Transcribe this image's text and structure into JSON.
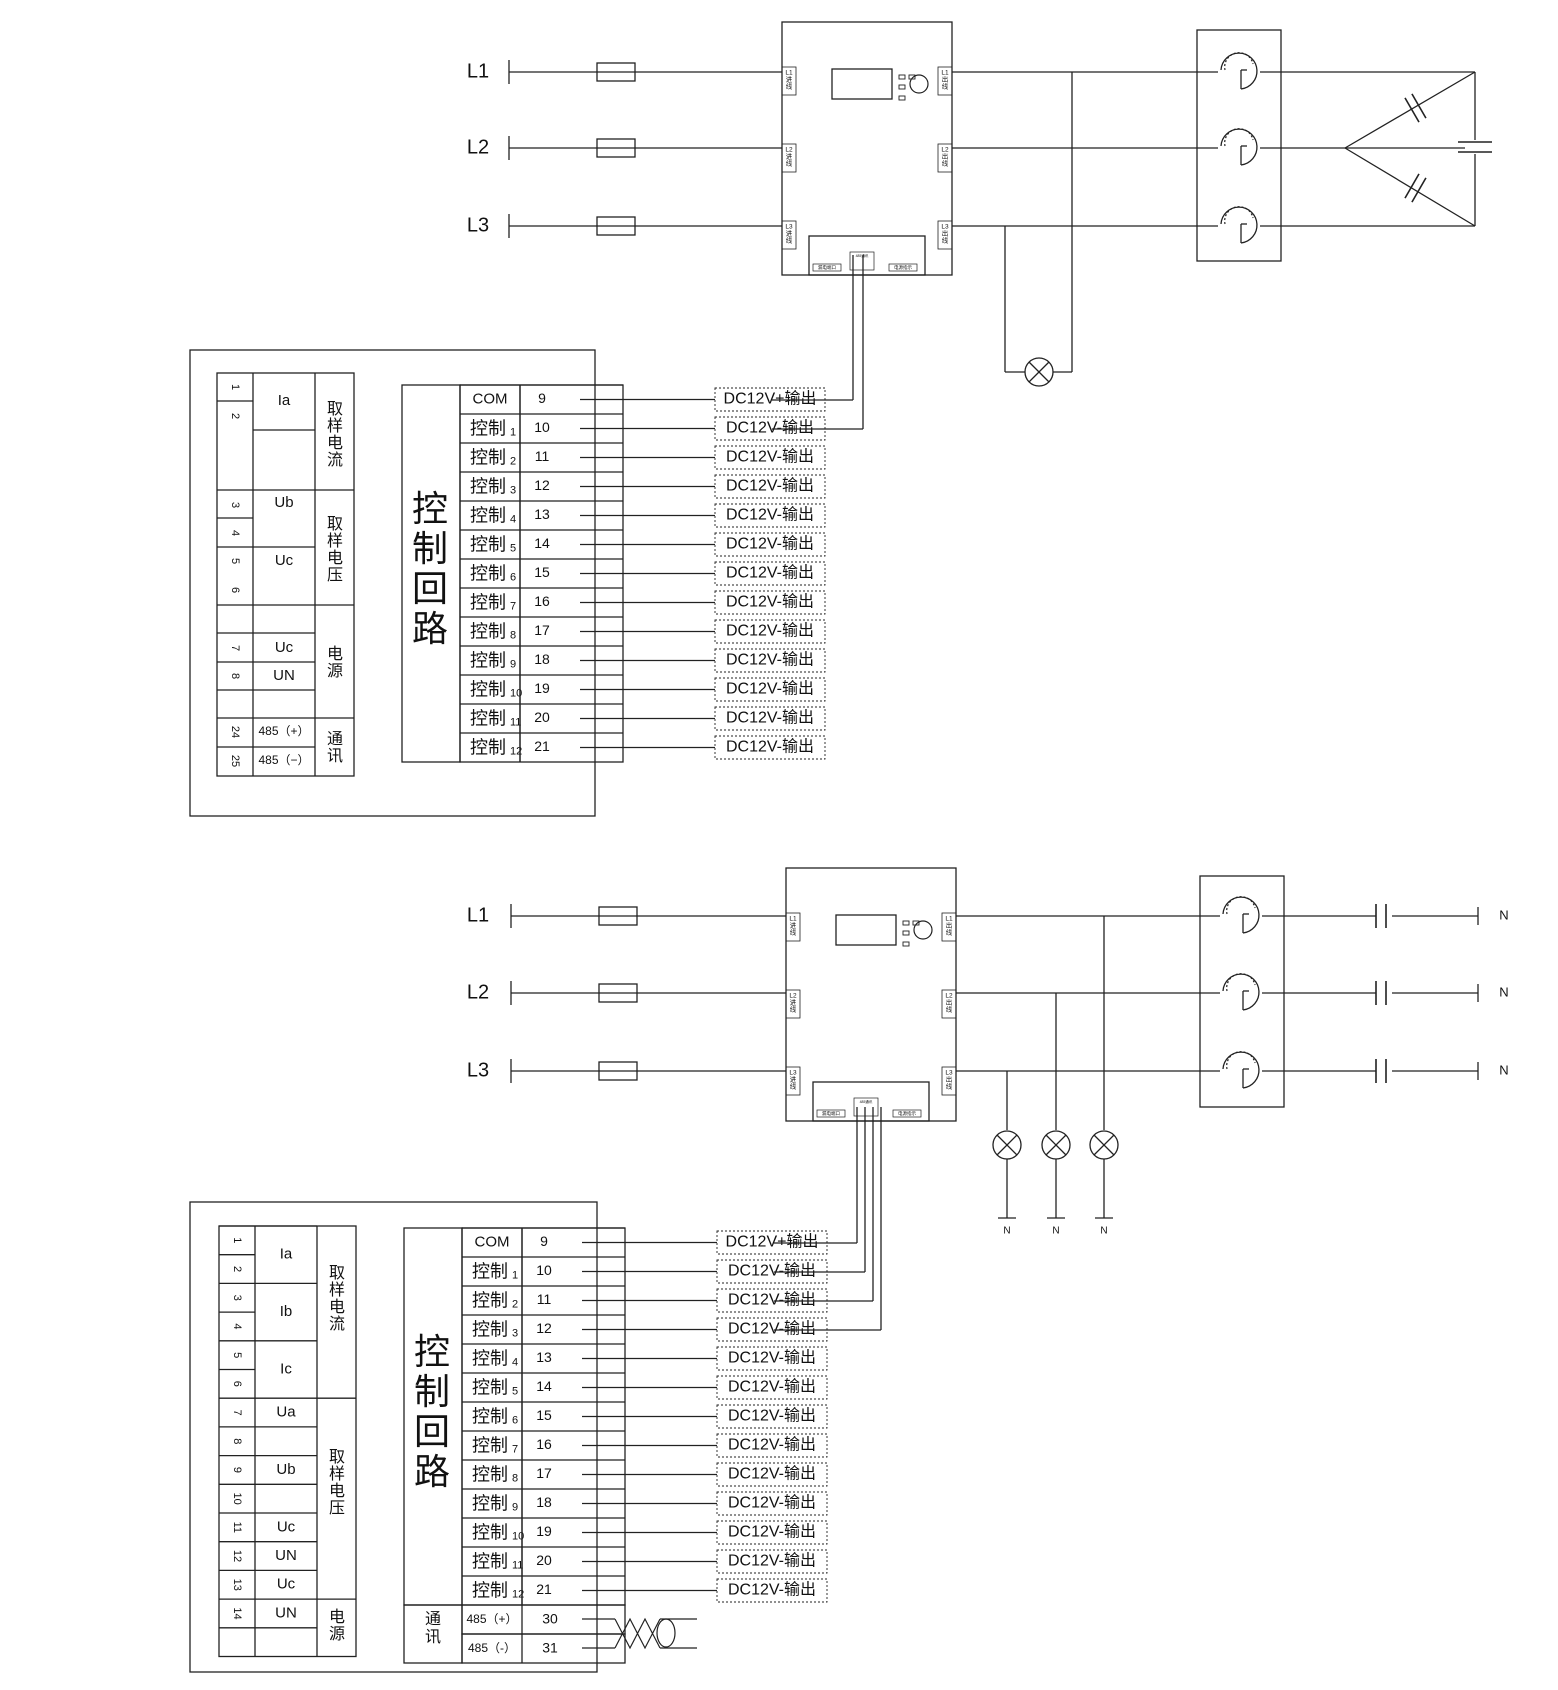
{
  "diagram1": {
    "phases": [
      "L1",
      "L2",
      "L3"
    ],
    "module_in_labels": [
      "L1\n进\n线",
      "L2\n进\n线",
      "L3\n进\n线"
    ],
    "module_out_labels": [
      "L1\n出\n线",
      "L2\n出\n线",
      "L3\n出\n线"
    ],
    "terminal_labels": [
      "漏电端口",
      "485通讯",
      "电源指示"
    ],
    "left_table": {
      "rows": [
        {
          "pins": [
            "1",
            "2"
          ],
          "signal": "Ia",
          "group": "取样电流"
        },
        {
          "pins": [],
          "signal": "",
          "group": ""
        },
        {
          "pins": [
            "3",
            "4"
          ],
          "signal": "Ub",
          "group": "取样电压"
        },
        {
          "pins": [
            "5",
            "6"
          ],
          "signal": "Uc",
          "group": ""
        },
        {
          "pins": [],
          "signal": "",
          "group": "电源"
        },
        {
          "pins": [
            "7"
          ],
          "signal": "Uc",
          "group": ""
        },
        {
          "pins": [
            "8"
          ],
          "signal": "UN",
          "group": ""
        },
        {
          "pins": [],
          "signal": "",
          "group": ""
        },
        {
          "pins": [
            "24"
          ],
          "signal": "485（+）",
          "group": "通讯"
        },
        {
          "pins": [
            "25"
          ],
          "signal": "485（−）",
          "group": ""
        }
      ],
      "groups": [
        "取样电流",
        "取样电压",
        "电源",
        "通讯"
      ]
    },
    "control_title": "控制回路",
    "control_rows": [
      {
        "name": "COM",
        "sub": "",
        "pin": "9",
        "output": "DC12V+输出"
      },
      {
        "name": "控制",
        "sub": "1",
        "pin": "10",
        "output": "DC12V-输出"
      },
      {
        "name": "控制",
        "sub": "2",
        "pin": "11",
        "output": "DC12V-输出"
      },
      {
        "name": "控制",
        "sub": "3",
        "pin": "12",
        "output": "DC12V-输出"
      },
      {
        "name": "控制",
        "sub": "4",
        "pin": "13",
        "output": "DC12V-输出"
      },
      {
        "name": "控制",
        "sub": "5",
        "pin": "14",
        "output": "DC12V-输出"
      },
      {
        "name": "控制",
        "sub": "6",
        "pin": "15",
        "output": "DC12V-输出"
      },
      {
        "name": "控制",
        "sub": "7",
        "pin": "16",
        "output": "DC12V-输出"
      },
      {
        "name": "控制",
        "sub": "8",
        "pin": "17",
        "output": "DC12V-输出"
      },
      {
        "name": "控制",
        "sub": "9",
        "pin": "18",
        "output": "DC12V-输出"
      },
      {
        "name": "控制",
        "sub": "10",
        "pin": "19",
        "output": "DC12V-输出"
      },
      {
        "name": "控制",
        "sub": "11",
        "pin": "20",
        "output": "DC12V-输出"
      },
      {
        "name": "控制",
        "sub": "12",
        "pin": "21",
        "output": "DC12V-输出"
      }
    ]
  },
  "diagram2": {
    "phases": [
      "L1",
      "L2",
      "L3"
    ],
    "neutral_label": "N",
    "left_table": {
      "rows": [
        {
          "pin": "1",
          "signal": "Ia"
        },
        {
          "pin": "2",
          "signal": ""
        },
        {
          "pin": "3",
          "signal": "Ib"
        },
        {
          "pin": "4",
          "signal": ""
        },
        {
          "pin": "5",
          "signal": "Ic"
        },
        {
          "pin": "6",
          "signal": ""
        },
        {
          "pin": "7",
          "signal": "Ua"
        },
        {
          "pin": "8",
          "signal": ""
        },
        {
          "pin": "9",
          "signal": "Ub"
        },
        {
          "pin": "10",
          "signal": ""
        },
        {
          "pin": "11",
          "signal": "Uc"
        },
        {
          "pin": "12",
          "signal": "UN"
        },
        {
          "pin": "13",
          "signal": "Uc"
        },
        {
          "pin": "14",
          "signal": "UN"
        },
        {
          "pin": "",
          "signal": ""
        }
      ],
      "groups": [
        "取样电流",
        "取样电压",
        "电源"
      ]
    },
    "control_title": "控制回路",
    "comm_title": "通讯",
    "comm_rows": [
      {
        "name": "485（+）",
        "pin": "30"
      },
      {
        "name": "485（-）",
        "pin": "31"
      }
    ],
    "control_rows": [
      {
        "name": "COM",
        "sub": "",
        "pin": "9",
        "output": "DC12V+输出"
      },
      {
        "name": "控制",
        "sub": "1",
        "pin": "10",
        "output": "DC12V-输出"
      },
      {
        "name": "控制",
        "sub": "2",
        "pin": "11",
        "output": "DC12V-输出"
      },
      {
        "name": "控制",
        "sub": "3",
        "pin": "12",
        "output": "DC12V-输出"
      },
      {
        "name": "控制",
        "sub": "4",
        "pin": "13",
        "output": "DC12V-输出"
      },
      {
        "name": "控制",
        "sub": "5",
        "pin": "14",
        "output": "DC12V-输出"
      },
      {
        "name": "控制",
        "sub": "6",
        "pin": "15",
        "output": "DC12V-输出"
      },
      {
        "name": "控制",
        "sub": "7",
        "pin": "16",
        "output": "DC12V-输出"
      },
      {
        "name": "控制",
        "sub": "8",
        "pin": "17",
        "output": "DC12V-输出"
      },
      {
        "name": "控制",
        "sub": "9",
        "pin": "18",
        "output": "DC12V-输出"
      },
      {
        "name": "控制",
        "sub": "10",
        "pin": "19",
        "output": "DC12V-输出"
      },
      {
        "name": "控制",
        "sub": "11",
        "pin": "20",
        "output": "DC12V-输出"
      },
      {
        "name": "控制",
        "sub": "12",
        "pin": "21",
        "output": "DC12V-输出"
      }
    ]
  }
}
